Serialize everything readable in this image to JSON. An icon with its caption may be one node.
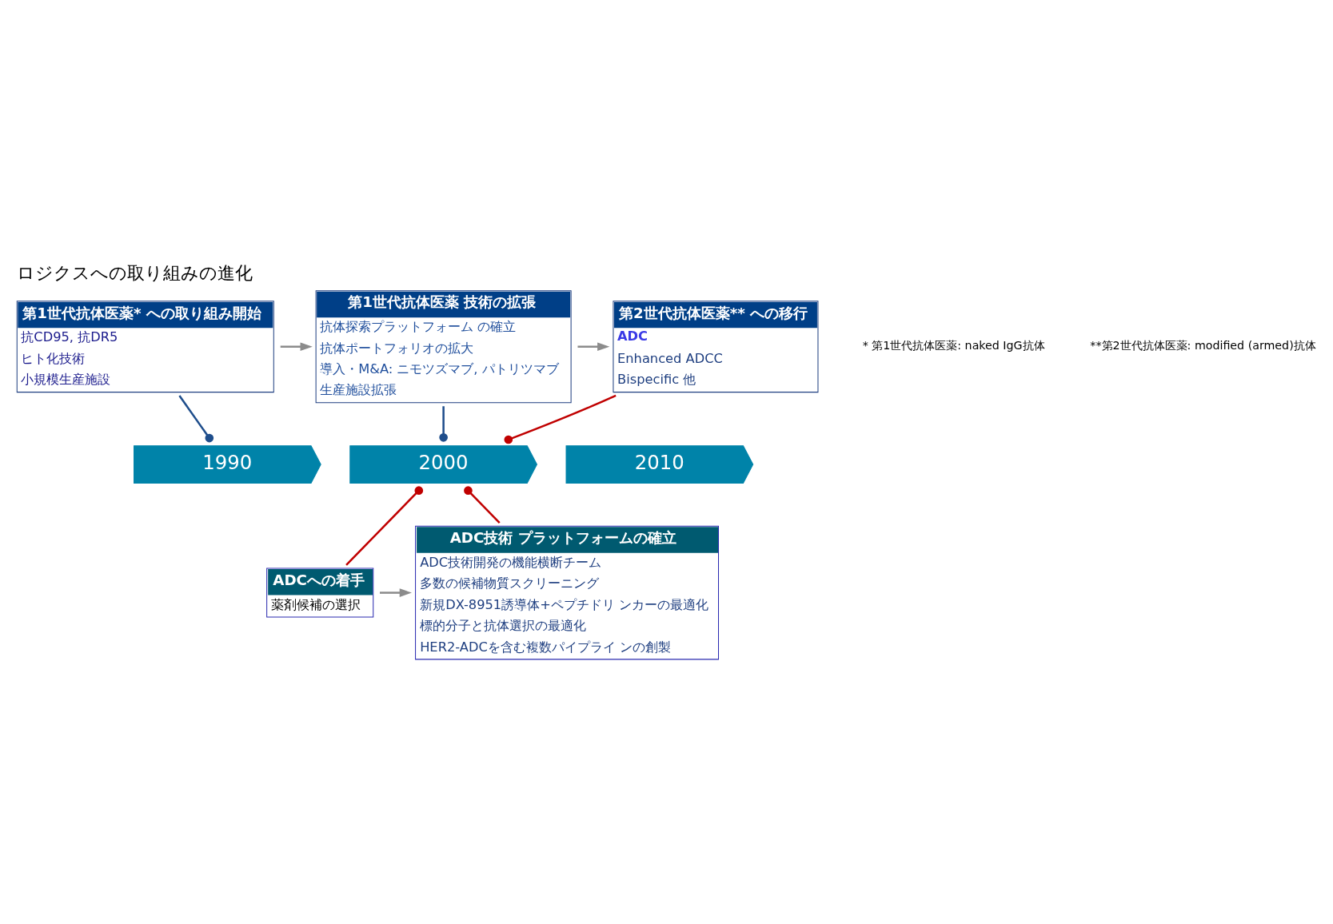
{
  "diagram": {
    "title": "ロジクスへの取り組みの進化",
    "nodes": [
      {
        "text": [
          "第1世代抗体医薬* への取り組み開始",
          "抗CD95, 抗DR5",
          "ヒト化技術",
          "小規模生産施設"
        ]
      },
      {
        "text": [
          "第1世代抗体医薬 技術の拡張",
          "抗体探索プラットフォーム の確立",
          "抗体ポートフォリオの拡大",
          "導入・M&A: ニモツズマブ, パトリツマブ",
          "生産施設拡張"
        ]
      },
      {
        "text": [
          "第2世代抗体医薬** への移行",
          "ADC",
          "Enhanced ADCC",
          "Bispecific 他"
        ]
      },
      {
        "text": [
          "1990"
        ]
      },
      {
        "text": [
          "2000"
        ]
      },
      {
        "text": [
          "2010"
        ]
      },
      {
        "text": [
          "ADCへの着手",
          "薬剤候補の選択"
        ]
      },
      {
        "text": [
          "ADC技術 プラットフォームの確立",
          "ADC技術開発の機能横断チーム",
          "多数の候補物質スクリーニング",
          "新規DX-8951誘導体+ペプチドリ ンカーの最適化",
          "標的分子と抗体選択の最適化",
          "HER2-ADCを含む複数パイプライ ンの創製"
        ]
      }
    ],
    "edges": [
      {
        "from": 0,
        "to": 1,
        "arrow": "to",
        "color": "#8c8c8c"
      },
      {
        "from": 1,
        "to": 2,
        "arrow": "to",
        "color": "#8c8c8c"
      },
      {
        "from": 0,
        "to": 3,
        "arrow": "other",
        "color": "#1f4e8c"
      },
      {
        "from": 1,
        "to": 4,
        "arrow": "other",
        "color": "#1f4e8c"
      },
      {
        "from": 2,
        "to": 4,
        "arrow": "other",
        "color": "#c00000"
      },
      {
        "from": 6,
        "to": 4,
        "arrow": "other",
        "color": "#c00000"
      },
      {
        "from": 7,
        "to": 4,
        "arrow": "other",
        "color": "#c00000"
      },
      {
        "from": 6,
        "to": 7,
        "arrow": "to",
        "color": "#8c8c8c"
      }
    ],
    "labels": [
      "* 第1世代抗体医薬: naked IgG抗体",
      "**第2世代抗体医薬: modified (armed)抗体"
    ]
  }
}
